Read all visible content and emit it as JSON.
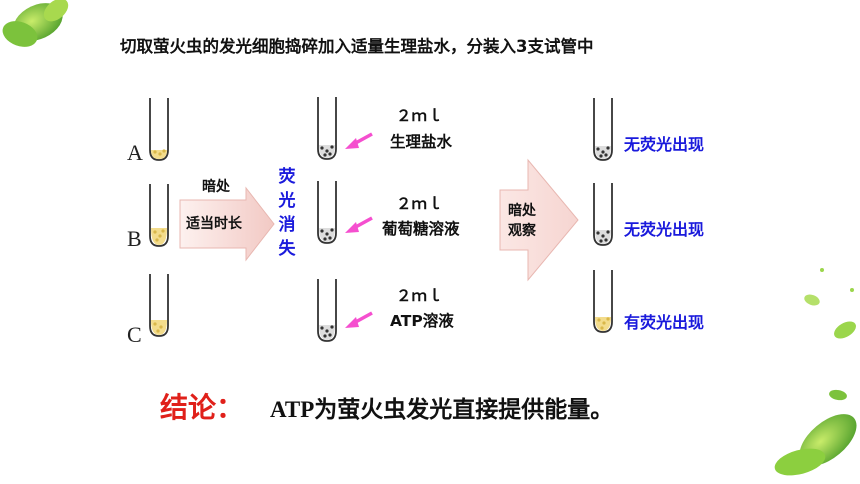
{
  "title": "切取萤火虫的发光细胞捣碎加入适量生理盐水，分装入3支试管中",
  "tubes_left": [
    {
      "letter": "A"
    },
    {
      "letter": "B"
    },
    {
      "letter": "C"
    }
  ],
  "arrow1": {
    "top": "暗处",
    "bottom": "适当时长"
  },
  "middle_status": "荧光消失",
  "middle_chars": [
    "荧",
    "光",
    "消",
    "失"
  ],
  "middle_tubes": [
    {
      "amount": "２ｍｌ",
      "name": "生理盐水"
    },
    {
      "amount": "２ｍｌ",
      "name": "葡萄糖溶液"
    },
    {
      "amount": "２ｍｌ",
      "name": "ATP溶液"
    }
  ],
  "arrow2": {
    "line1": "暗处",
    "line2": "观察"
  },
  "results": [
    "无荧光出现",
    "无荧光出现",
    "有荧光出现"
  ],
  "conclusion": {
    "label": "结论：",
    "text": "ATP为萤火虫发光直接提供能量。"
  },
  "colors": {
    "pink_arrow": "#f54fcf",
    "blue_text": "#1a1adc",
    "red_text": "#e0201a",
    "arrow_fill": "#f8e0de",
    "glow_liquid": "#f3dc8c"
  }
}
